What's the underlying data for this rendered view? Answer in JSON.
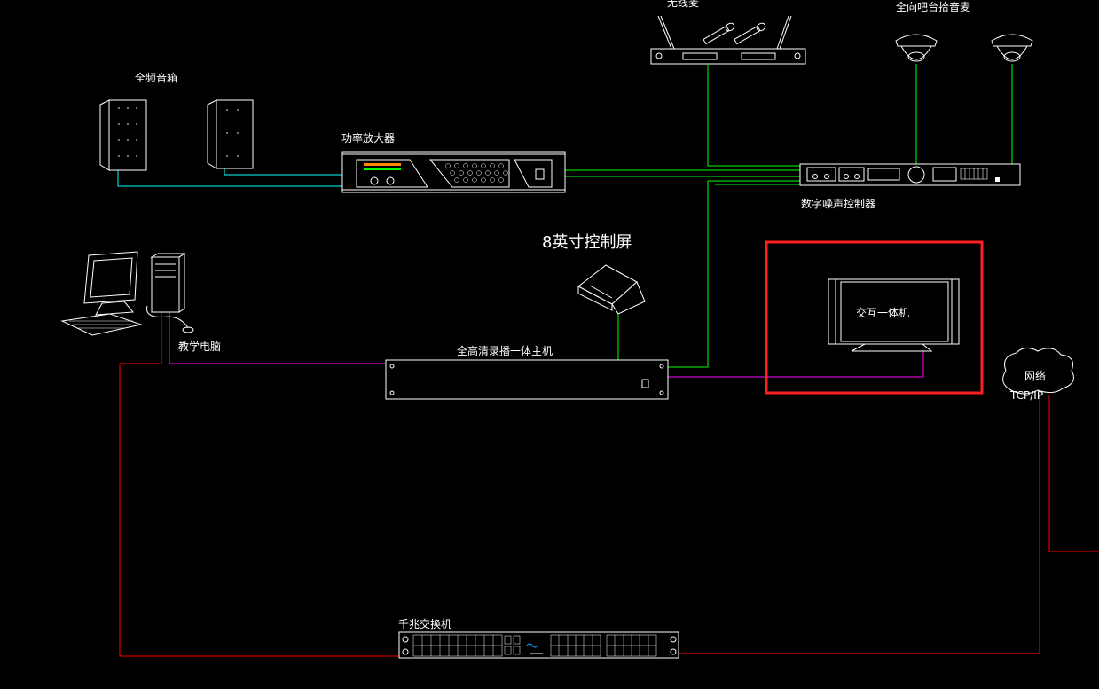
{
  "labels": {
    "speaker": "全频音箱",
    "amplifier": "功率放大器",
    "wireless_mic": "无线麦",
    "ceiling_mic": "全向吧台拾音麦",
    "dsp": "数字噪声控制器",
    "control_screen": "8英寸控制屏",
    "interactive_panel": "交互一体机",
    "teacher_pc": "教学电脑",
    "recorder": "全高清录播一体主机",
    "network": "网络",
    "tcpip": "TCP/IP",
    "switch": "千兆交换机"
  },
  "colors": {
    "audio_line": "#00ff00",
    "speaker_line": "#00ffff",
    "video_line": "#ff00ff",
    "network_line": "#ff0000",
    "highlight_box": "#ff2020"
  }
}
